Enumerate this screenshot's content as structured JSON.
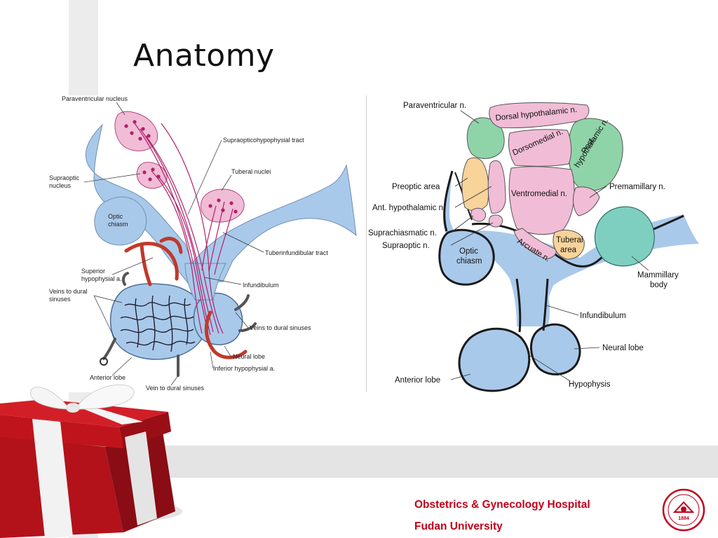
{
  "slide": {
    "title": "Anatomy",
    "footer_line1": "Obstetrics & Gynecology Hospital",
    "footer_line2": "Fudan University",
    "logo_year": "1884"
  },
  "left_diagram": {
    "labels": {
      "paraventricular": "Paraventricular nucleus",
      "supraoptico_tract": "Supraopticohypophysial tract",
      "supraoptic_1": "Supraoptic",
      "supraoptic_2": "nucleus",
      "tuberal": "Tuberal nuclei",
      "optic_1": "Optic",
      "optic_2": "chiasm",
      "tuberinfundibular": "Tuberinfundibular tract",
      "superior_1": "Superior",
      "superior_2": "hypophysial a.",
      "veins_1": "Veins to dural",
      "veins_2": "sinuses",
      "infundibulum": "Infundibulum",
      "veins_right": "Veins to dural sinuses",
      "neural": "Neural lobe",
      "inferior": "Inferior hypophysial a.",
      "anterior": "Anterior lobe",
      "vein_bottom": "Vein to dural sinuses"
    }
  },
  "right_diagram": {
    "labels": {
      "paraventricular": "Paraventricular n.",
      "dorsal_hyp": "Dorsal hypothalamic n.",
      "dorsomedial": "Dorsomedial n.",
      "post_1": "Post.",
      "post_2": "hypothalamic n.",
      "preoptic": "Preoptic area",
      "premamillary": "Premamillary n.",
      "ventromedial": "Ventromedial n.",
      "ant_hyp": "Ant. hypothalamic n.",
      "suprachiasmatic": "Suprachiasmatic n.",
      "supraoptic": "Supraoptic n.",
      "tuberal_1": "Tuberal",
      "tuberal_2": "area",
      "arcuate": "Arcuate n.",
      "optic_1": "Optic",
      "optic_2": "chiasm",
      "mammillary_1": "Mammillary",
      "mammillary_2": "body",
      "infundibulum": "Infundibulum",
      "neural": "Neural lobe",
      "anterior": "Anterior lobe",
      "hypophysis": "Hypophysis"
    }
  },
  "colors": {
    "accent_red": "#c0001a",
    "blue_tissue": "#a9c9ea",
    "pink_nucleus": "#f1bcd6",
    "green_nucleus": "#8fd4a8",
    "orange_area": "#f8d39a",
    "teal_body": "#7fcfc1"
  }
}
